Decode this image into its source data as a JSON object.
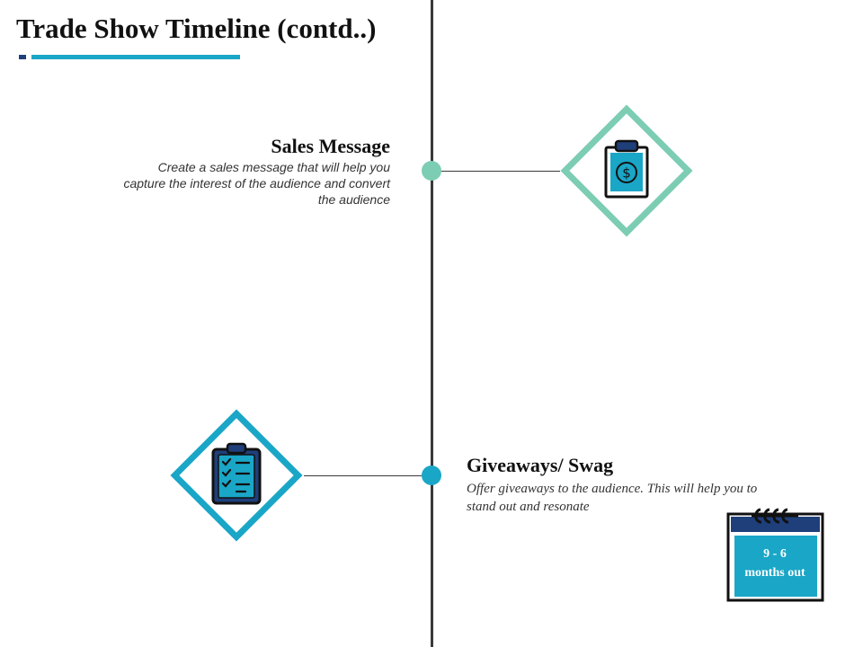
{
  "title": "Trade Show Timeline (contd..)",
  "colors": {
    "teal": "#1aa6c7",
    "mint": "#7ccdb3",
    "navy": "#1f3f7a",
    "axis": "#3a3a3a"
  },
  "milestones": [
    {
      "heading": "Sales Message",
      "description": "Create a sales message that will help you capture the interest of the audience and convert the audience",
      "icon": "clipboard-dollar-icon"
    },
    {
      "heading": "Giveaways/ Swag",
      "description": "Offer giveaways to the audience. This will help you  to stand out and resonate",
      "icon": "clipboard-checklist-icon"
    }
  ],
  "calendar": {
    "icon": "calendar-icon",
    "number": "9 - 6",
    "label": "months out"
  }
}
